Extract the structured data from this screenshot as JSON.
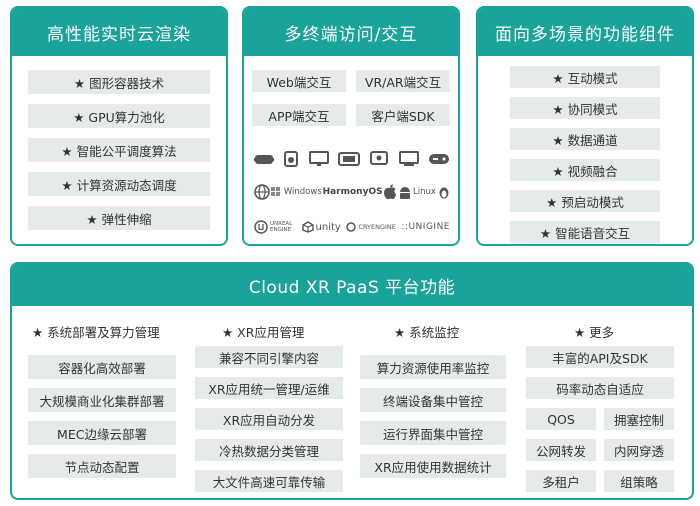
{
  "render_panel": {
    "title": "高性能实时云渲染",
    "items": [
      "★ 图形容器技术",
      "★ GPU算力池化",
      "★ 智能公平调度算法",
      "★ 计算资源动态调度",
      "★ 弹性伸缩"
    ]
  },
  "access_panel": {
    "title": "多终端访问/交互",
    "chips": [
      "Web端交互",
      "VR/AR端交互",
      "APP端交互",
      "客户端SDK"
    ],
    "os_logos": [
      "Windows",
      "HarmonyOS",
      "Linux"
    ],
    "engine_logos": [
      "UNREAL ENGINE",
      "unity",
      "CRYENGINE",
      "::UNIGINE"
    ]
  },
  "scene_panel": {
    "title": "面向多场景的功能组件",
    "items": [
      "★  互动模式",
      "★  协同模式",
      "★  数据通道",
      "★  视频融合",
      "★  预启动模式",
      "★  智能语音交互"
    ]
  },
  "paas_panel": {
    "title": "Cloud XR PaaS 平台功能",
    "sections": [
      {
        "title": "★ 系统部署及算力管理",
        "items": [
          "容器化高效部署",
          "大规模商业化集群部署",
          "MEC边缘云部署",
          "节点动态配置"
        ]
      },
      {
        "title": "★ XR应用管理",
        "items": [
          "兼容不同引擎内容",
          "XR应用统一管理/运维",
          "XR应用自动分发",
          "冷热数据分类管理",
          "大文件高速可靠传输"
        ]
      },
      {
        "title": "★ 系统监控",
        "items": [
          "算力资源使用率监控",
          "终端设备集中管控",
          "运行界面集中管控",
          "XR应用使用数据统计"
        ]
      },
      {
        "title": "★ 更多",
        "items": [
          "丰富的API及SDK",
          "码率动态自适应",
          "QOS",
          "拥塞控制",
          "公网转发",
          "内网穿透",
          "多租户",
          "组策略"
        ]
      }
    ]
  }
}
